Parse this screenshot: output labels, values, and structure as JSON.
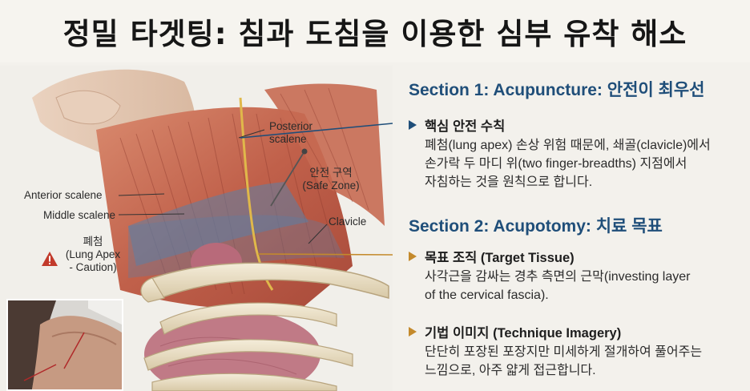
{
  "title": "정밀 타겟팅: 침과 도침을 이용한 심부 유착 해소",
  "illustration": {
    "labels": {
      "posterior_scalene": [
        "Posterior",
        "scalene"
      ],
      "safe_zone": [
        "안전 구역",
        "(Safe Zone)"
      ],
      "clavicle": "Clavicle",
      "anterior_scalene": "Anterior scalene",
      "middle_scalene": "Middle scalene",
      "lung_apex": [
        "폐첨",
        "(Lung Apex",
        "- Caution)"
      ]
    },
    "icons": [
      "warning-icon",
      "needle-icon"
    ],
    "colors": {
      "muscle": "#c8674f",
      "safe_zone": "#5b7fa6",
      "bone": "#eadfc7",
      "lung": "#b86a7a",
      "nerve": "#e0b84a",
      "warning": "#c23a2b"
    }
  },
  "sections": [
    {
      "title": "Section 1: Acupuncture: 안전이 최우선",
      "items": [
        {
          "heading": "핵심 안전 수칙",
          "lines": [
            "폐첨(lung apex) 손상 위험 때문에, 쇄골(clavicle)에서",
            "손가락 두 마디 위(two finger-breadths) 지점에서",
            "자침하는 것을 원칙으로 합니다."
          ]
        }
      ]
    },
    {
      "title": "Section 2: Acupotomy: 치료 목표",
      "items": [
        {
          "heading": "목표 조직 (Target Tissue)",
          "lines": [
            "사각근을 감싸는 경추 측면의 근막(investing layer",
            "of the cervical fascia)."
          ]
        },
        {
          "heading": "기법 이미지 (Technique Imagery)",
          "lines": [
            "단단히 포장된 포장지만 미세하게 절개하여 풀어주는",
            "느낌으로, 아주 얇게 접근합니다."
          ]
        }
      ]
    }
  ]
}
